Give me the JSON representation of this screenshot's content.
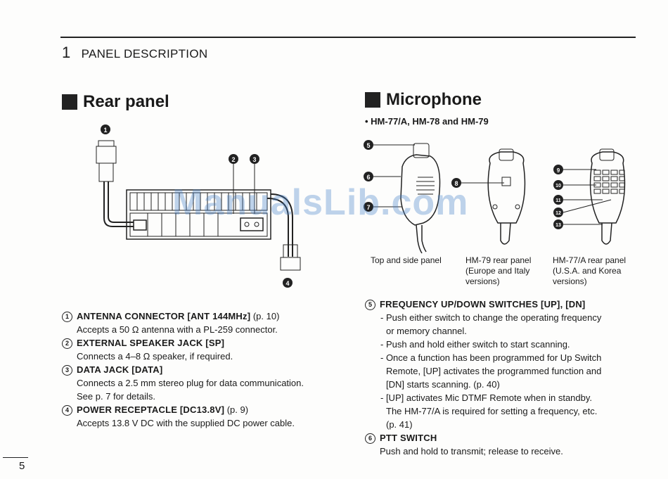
{
  "header": {
    "chapter_number": "1",
    "chapter_title": "PANEL DESCRIPTION"
  },
  "rear_panel": {
    "title": "Rear panel",
    "callouts": [
      "1",
      "2",
      "3",
      "4"
    ],
    "items": [
      {
        "num": "1",
        "heading": "ANTENNA CONNECTOR [ANT 144MHz]",
        "ref": " (p. 10)",
        "lines": [
          "Accepts a 50 Ω antenna with a PL-259 connector."
        ]
      },
      {
        "num": "2",
        "heading": "EXTERNAL SPEAKER JACK [SP]",
        "ref": "",
        "lines": [
          "Connects a 4–8 Ω speaker, if required."
        ]
      },
      {
        "num": "3",
        "heading": "DATA JACK [DATA]",
        "ref": "",
        "lines": [
          "Connects a 2.5 mm stereo plug for data communication.",
          "See p. 7 for details."
        ]
      },
      {
        "num": "4",
        "heading": "POWER RECEPTACLE [DC13.8V]",
        "ref": " (p. 9)",
        "lines": [
          "Accepts 13.8 V DC with the supplied DC power cable."
        ]
      }
    ]
  },
  "microphone": {
    "title": "Microphone",
    "models": "• HM-77/A, HM-78 and HM-79",
    "captions": {
      "top_side": "Top and side panel",
      "hm79": [
        "HM-79 rear panel",
        "(Europe and Italy",
        "versions)"
      ],
      "hm77": [
        "HM-77/A rear panel",
        "(U.S.A. and Korea",
        "versions)"
      ]
    },
    "callouts": [
      "5",
      "6",
      "7",
      "8",
      "9",
      "10",
      "11",
      "12",
      "13"
    ],
    "items": [
      {
        "num": "5",
        "heading": "FREQUENCY UP/DOWN SWITCHES [UP], [DN]",
        "bullets": [
          [
            "- Push either switch to change the operating frequency",
            "or memory channel."
          ],
          [
            "- Push and hold either switch to start scanning."
          ],
          [
            "- Once a function has been programmed for Up Switch",
            "Remote, [UP] activates the programmed function and",
            "[DN] starts scanning. (p. 40)"
          ],
          [
            "- [UP] activates Mic DTMF Remote when in standby.",
            "The HM-77/A is required for setting a frequency, etc.",
            "(p. 41)"
          ]
        ]
      },
      {
        "num": "6",
        "heading": "PTT SWITCH",
        "lines": [
          "Push and hold to transmit; release to receive."
        ]
      }
    ]
  },
  "watermark": "ManualsLib.com",
  "page_number": "5"
}
